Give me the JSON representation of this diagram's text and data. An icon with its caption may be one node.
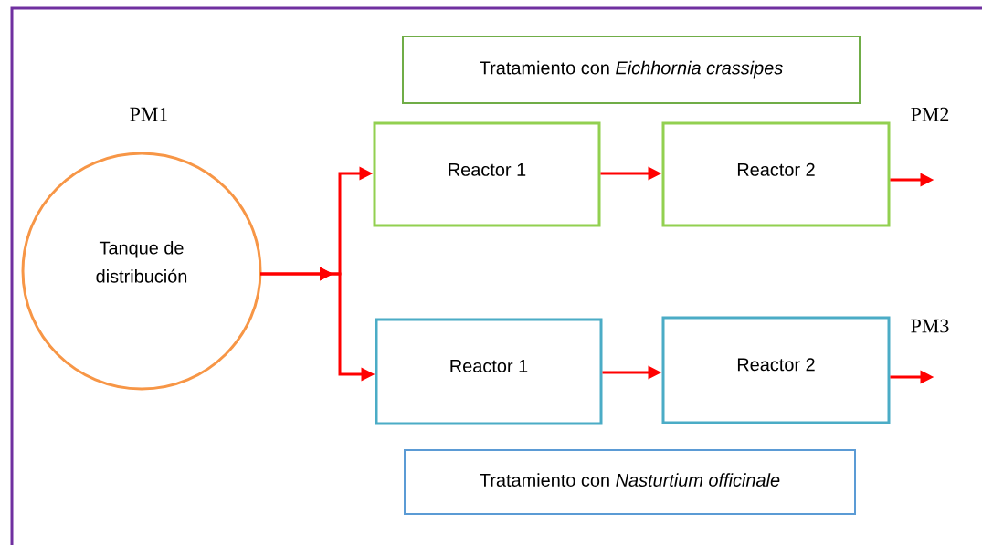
{
  "diagram": {
    "nodes": [
      {
        "text": [
          "Tanque de distribución"
        ],
        "beside": [
          "PM1"
        ]
      },
      {
        "text": [
          "Tratamiento con *Eichhornia crassipes*"
        ]
      },
      {
        "text": [
          "Reactor 1"
        ]
      },
      {
        "text": [
          "Reactor 2"
        ],
        "beside": [
          "PM2"
        ]
      },
      {
        "text": [
          "Reactor 1"
        ]
      },
      {
        "text": [
          "Reactor 2"
        ],
        "beside": [
          "PM3"
        ]
      },
      {
        "text": [
          "Tratamiento con *Nasturtium officinale*"
        ]
      }
    ],
    "edges": [
      {
        "from": 0,
        "to": 2,
        "arrow": "to"
      },
      {
        "from": 0,
        "to": 4,
        "arrow": "to"
      },
      {
        "from": 2,
        "to": 3,
        "arrow": "to"
      },
      {
        "from": 4,
        "to": 5,
        "arrow": "to"
      },
      {
        "from": 3,
        "to": null,
        "arrow": "to"
      },
      {
        "from": 5,
        "to": null,
        "arrow": "to"
      }
    ]
  }
}
